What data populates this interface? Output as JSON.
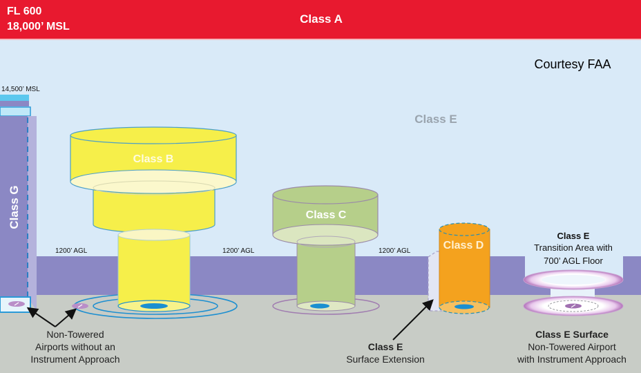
{
  "title_bar": {
    "fl_label": "FL 600",
    "msl_label": "18,000’ MSL",
    "class_a": "Class A"
  },
  "credit": "Courtesy FAA",
  "class_e_upper": "Class E",
  "class_g": {
    "label": "Class G",
    "ceiling": "14,500’ MSL"
  },
  "agl_labels": [
    "1200’ AGL",
    "1200’ AGL",
    "1200’ AGL"
  ],
  "class_b": {
    "label": "Class B"
  },
  "class_c": {
    "label": "Class C"
  },
  "class_d": {
    "label": "Class D"
  },
  "transition_area": {
    "title": "Class E",
    "line1": "Transition Area with",
    "line2": "700’ AGL Floor"
  },
  "annotations": {
    "non_towered": [
      "Non-Towered",
      "Airports without an",
      "Instrument Approach"
    ],
    "surface_extension": {
      "title": "Class E",
      "subtitle": "Surface Extension"
    },
    "class_e_surface": {
      "title": "Class E Surface",
      "line1": "Non-Towered Airport",
      "line2": "with Instrument Approach"
    }
  },
  "colors": {
    "class_a": "#e8192f",
    "sky": "#d9eaf8",
    "class_g_band": "#8b88c4",
    "ground": "#c8ccc6",
    "class_b": "#f6ef4a",
    "class_c": "#b6cf8a",
    "class_d": "#f4a21e",
    "airport_blue": "#1a8fd0"
  }
}
